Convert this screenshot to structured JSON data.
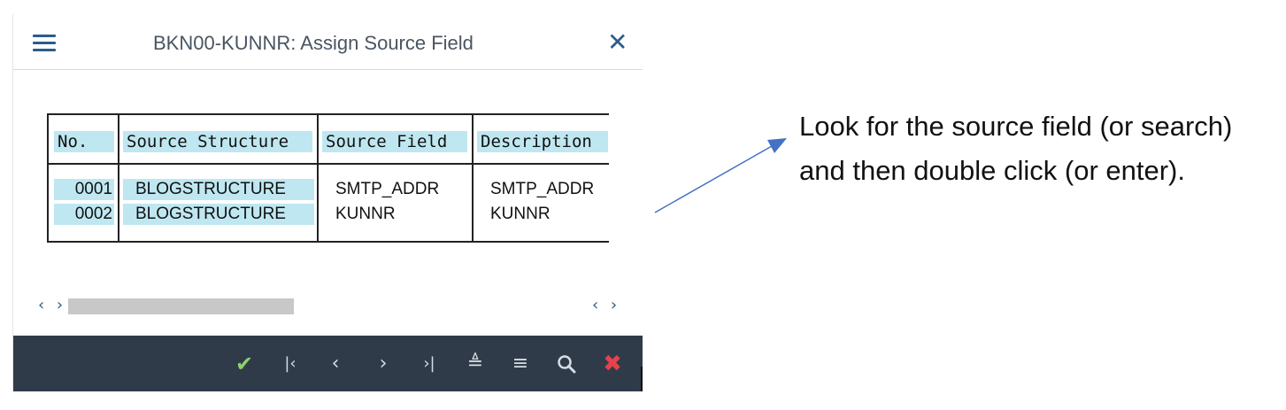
{
  "dialog": {
    "title": "BKN00-KUNNR: Assign Source Field",
    "menu_icon": "hamburger-menu-icon",
    "close_icon": "close-icon"
  },
  "table": {
    "headers": [
      "No.",
      "Source Structure",
      "Source Field",
      "Description"
    ],
    "rows": [
      {
        "no": "0001",
        "source_structure": "BLOGSTRUCTURE",
        "source_field": "SMTP_ADDR",
        "description": "SMTP_ADDR"
      },
      {
        "no": "0002",
        "source_structure": "BLOGSTRUCTURE",
        "source_field": "KUNNR",
        "description": "KUNNR"
      }
    ]
  },
  "scroll": {
    "left_arrows": "‹ ›",
    "right_arrows": "‹ ›"
  },
  "toolbar": {
    "buttons": [
      {
        "icon": "checkmark-icon",
        "glyph": "✔"
      },
      {
        "icon": "first-page-icon",
        "glyph": "|‹"
      },
      {
        "icon": "previous-icon",
        "glyph": "‹"
      },
      {
        "icon": "next-icon",
        "glyph": "›"
      },
      {
        "icon": "last-page-icon",
        "glyph": "›|"
      },
      {
        "icon": "sort-ascending-icon",
        "glyph": "≜"
      },
      {
        "icon": "filter-icon",
        "glyph": "≡"
      },
      {
        "icon": "search-icon",
        "glyph": "🔍"
      },
      {
        "icon": "cancel-icon",
        "glyph": "✖"
      }
    ]
  },
  "annotation": {
    "text_line1": "Look for the source field (or search)",
    "text_line2": "and then double click (or enter)."
  },
  "colors": {
    "accent": "#2b5c8a",
    "highlight": "#bfe7f1",
    "toolbar_bg": "#2f3b48",
    "arrow": "#4472c4",
    "check": "#8fd16a",
    "cancel": "#e8414b"
  }
}
